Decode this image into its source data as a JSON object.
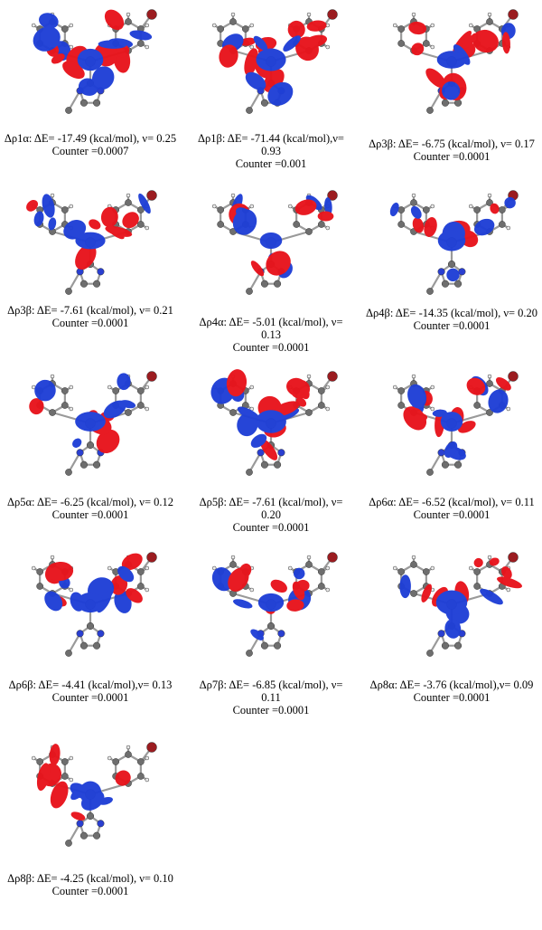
{
  "panels": [
    {
      "label": "Δρ1α",
      "caption": [
        "Δρ1α: ΔE= -17.49 (kcal/mol), ν= 0.25",
        "Counter =0.0007"
      ]
    },
    {
      "label": "Δρ1β",
      "caption": [
        "Δρ1β: ΔE= -71.44 (kcal/mol),ν=",
        "0.93",
        "Counter =0.001"
      ]
    },
    {
      "label": "Δρ3β",
      "caption": [
        "Δρ3β: ΔE= -6.75 (kcal/mol), ν= 0.17",
        "Counter =0.0001"
      ]
    },
    {
      "label": "Δρ3β",
      "caption": [
        "Δρ3β: ΔE= -7.61 (kcal/mol), ν= 0.21",
        "Counter =0.0001"
      ]
    },
    {
      "label": "Δρ4α",
      "caption": [
        "Δρ4α: ΔE= -5.01 (kcal/mol), ν=",
        "0.13",
        "Counter =0.0001"
      ]
    },
    {
      "label": "Δρ4β",
      "caption": [
        "Δρ4β: ΔE= -14.35 (kcal/mol), ν= 0.20",
        "Counter =0.0001"
      ]
    },
    {
      "label": "Δρ5α",
      "caption": [
        "Δρ5α: ΔE= -6.25 (kcal/mol), ν= 0.12",
        "Counter =0.0001"
      ]
    },
    {
      "label": "Δρ5β",
      "caption": [
        "Δρ5β: ΔE= -7.61 (kcal/mol), ν=",
        "0.20",
        "Counter =0.0001"
      ]
    },
    {
      "label": "Δρ6α",
      "caption": [
        "Δρ6α: ΔE= -6.52 (kcal/mol), ν= 0.11",
        "Counter =0.0001"
      ]
    },
    {
      "label": "Δρ6β",
      "caption": [
        "Δρ6β: ΔE= -4.41 (kcal/mol),ν= 0.13",
        "Counter =0.0001"
      ]
    },
    {
      "label": "Δρ7β",
      "caption": [
        "Δρ7β: ΔE= -6.85 (kcal/mol), ν=",
        "0.11",
        "Counter =0.0001"
      ]
    },
    {
      "label": "Δρ8α",
      "caption": [
        "Δρ8α: ΔE= -3.76 (kcal/mol),ν= 0.09",
        "Counter =0.0001"
      ]
    },
    {
      "label": "Δρ8β",
      "caption": [
        "Δρ8β: ΔE= -4.25 (kcal/mol), ν= 0.10",
        "Counter =0.0001"
      ]
    }
  ],
  "colors": {
    "positive_lobe": "#e8141c",
    "negative_lobe": "#1f3fd6",
    "carbon": "#6e6e6e",
    "hydrogen": "#ececec",
    "nitrogen": "#2a3fd0",
    "bromine": "#9b1c20",
    "metal": "#a8a8a8",
    "bond": "#9a9a9a"
  }
}
